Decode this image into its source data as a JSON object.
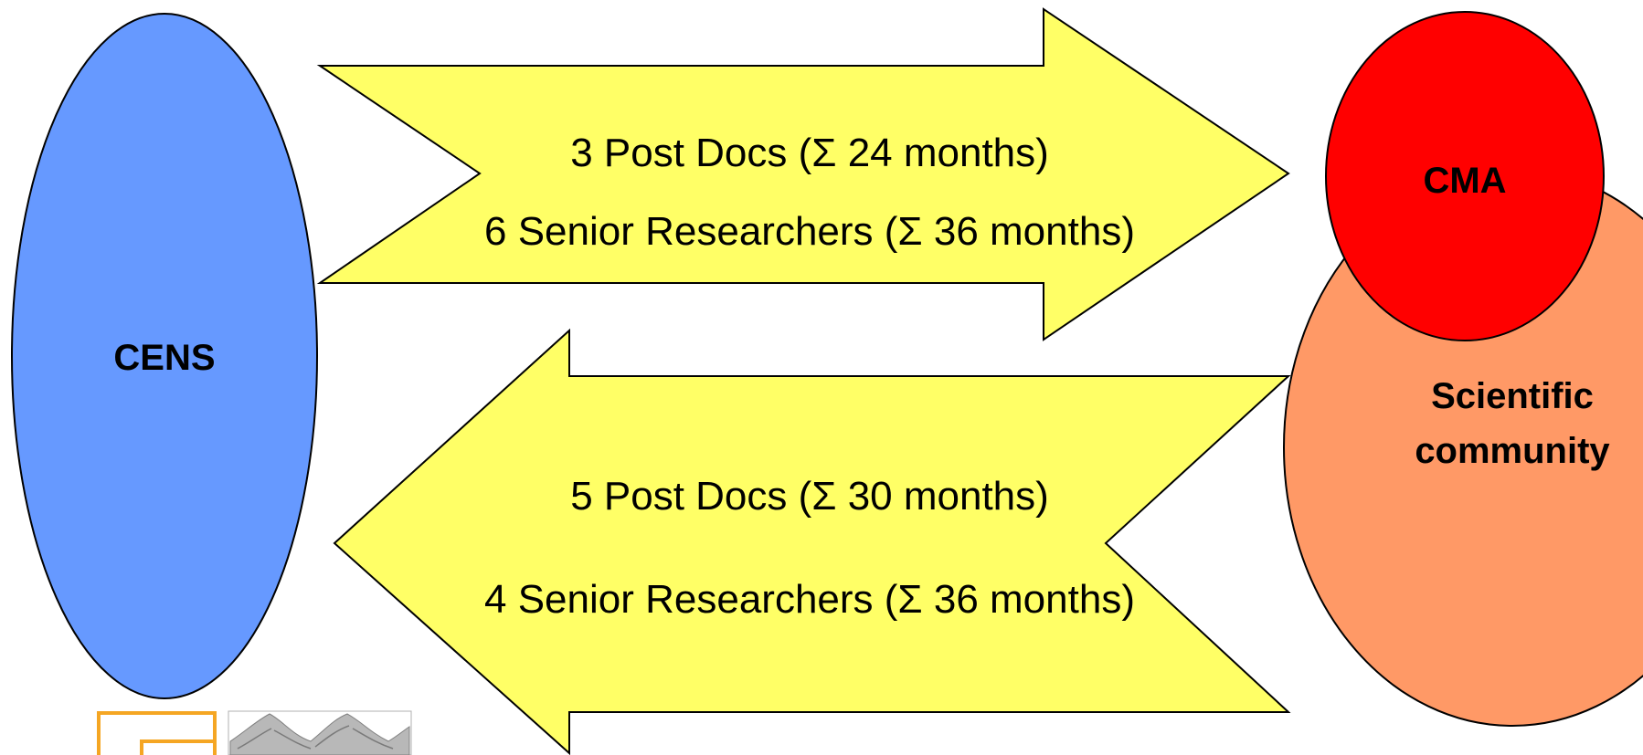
{
  "nodes": {
    "cens": {
      "label": "CENS",
      "color": "#6699ff"
    },
    "cma": {
      "label": "CMA",
      "color": "#ff0000"
    },
    "scientific_community": {
      "label_line1": "Scientific",
      "label_line2": "community",
      "color": "#ff9966"
    }
  },
  "arrows": {
    "to_right": {
      "direction": "CENS → CMA",
      "color": "#ffff66",
      "line1": "3 Post Docs (Σ 24 months)",
      "line2": "6 Senior Researchers (Σ 36 months)"
    },
    "to_left": {
      "direction": "Scientific community → CENS",
      "color": "#ffff66",
      "line1": "5 Post Docs (Σ 30 months)",
      "line2": "4 Senior Researchers (Σ 36 months)"
    }
  },
  "logos": [
    {
      "name": "orange-bracket-logo",
      "color": "#f5a623"
    },
    {
      "name": "grey-wave-surface-logo",
      "color": "#a0a0a0"
    }
  ]
}
